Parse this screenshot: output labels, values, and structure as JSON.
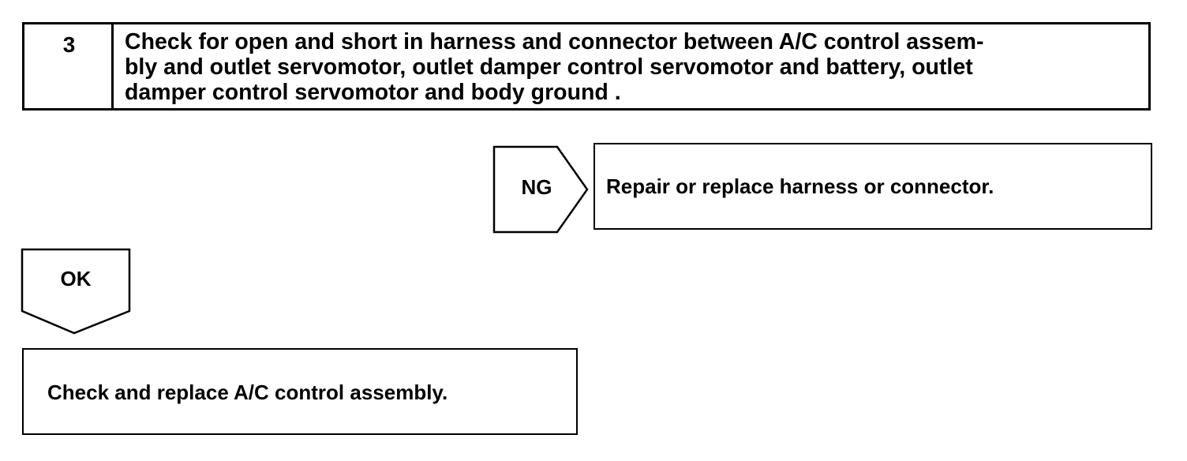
{
  "step": {
    "number": "3",
    "text": "Check for open and short in harness and connector between A/C control assem-\nbly and outlet servomotor, outlet damper control servomotor and battery, outlet\ndamper control servomotor and body ground ."
  },
  "ng_branch": {
    "label": "NG",
    "action": "Repair or replace harness or connector."
  },
  "ok_branch": {
    "label": "OK",
    "action": "Check and replace A/C control assembly."
  }
}
